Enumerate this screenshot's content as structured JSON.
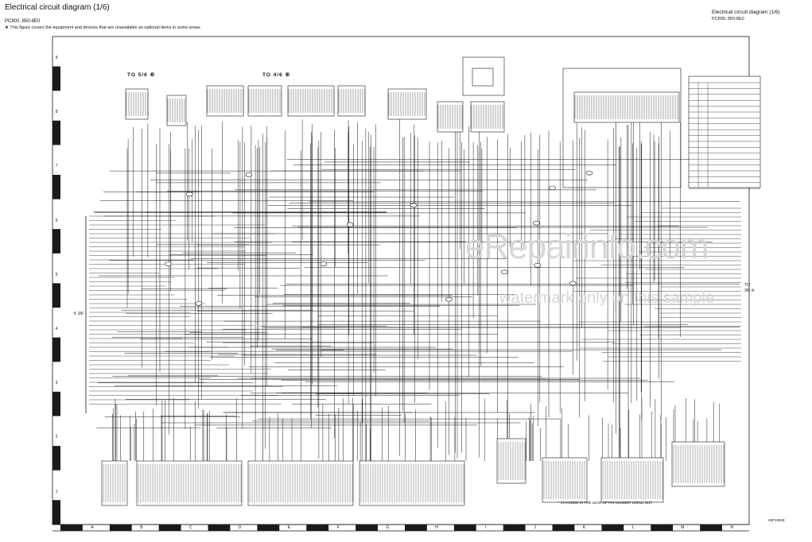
{
  "header": {
    "title": "Electrical circuit diagram (1/6)",
    "model": "PC800, 850-8E0",
    "note": "★ This figure covers the equipment and devices that are unavailable as optional items in some areas.",
    "right_title": "Electrical circuit diagram (1/6)",
    "right_model": "PC800, 850-8E0"
  },
  "connectors": {
    "to_5_6": "TO 5/6 ⑥",
    "to_4_6": "TO 4/6 ⑥",
    "left_ref": "⑤ 3/6",
    "right_ref": "TO 3/6 ⑥"
  },
  "watermark": {
    "line1": "eRepairinfo.com",
    "line2": "watermark only on this sample"
  },
  "footer": {
    "note": "* CHANGED IN THE LEAD OF PIN NUMBER 100011 NUT.",
    "code": "46P10838"
  },
  "grid": {
    "rows": [
      "9",
      "8",
      "7",
      "6",
      "5",
      "4",
      "3",
      "2",
      "1"
    ],
    "cols": [
      "A",
      "B",
      "C",
      "D",
      "E",
      "F",
      "G",
      "H",
      "I",
      "J",
      "K",
      "L",
      "M",
      "N"
    ]
  },
  "colors": {
    "line": "#1a1a1a",
    "watermark": "#d6d6d6"
  }
}
